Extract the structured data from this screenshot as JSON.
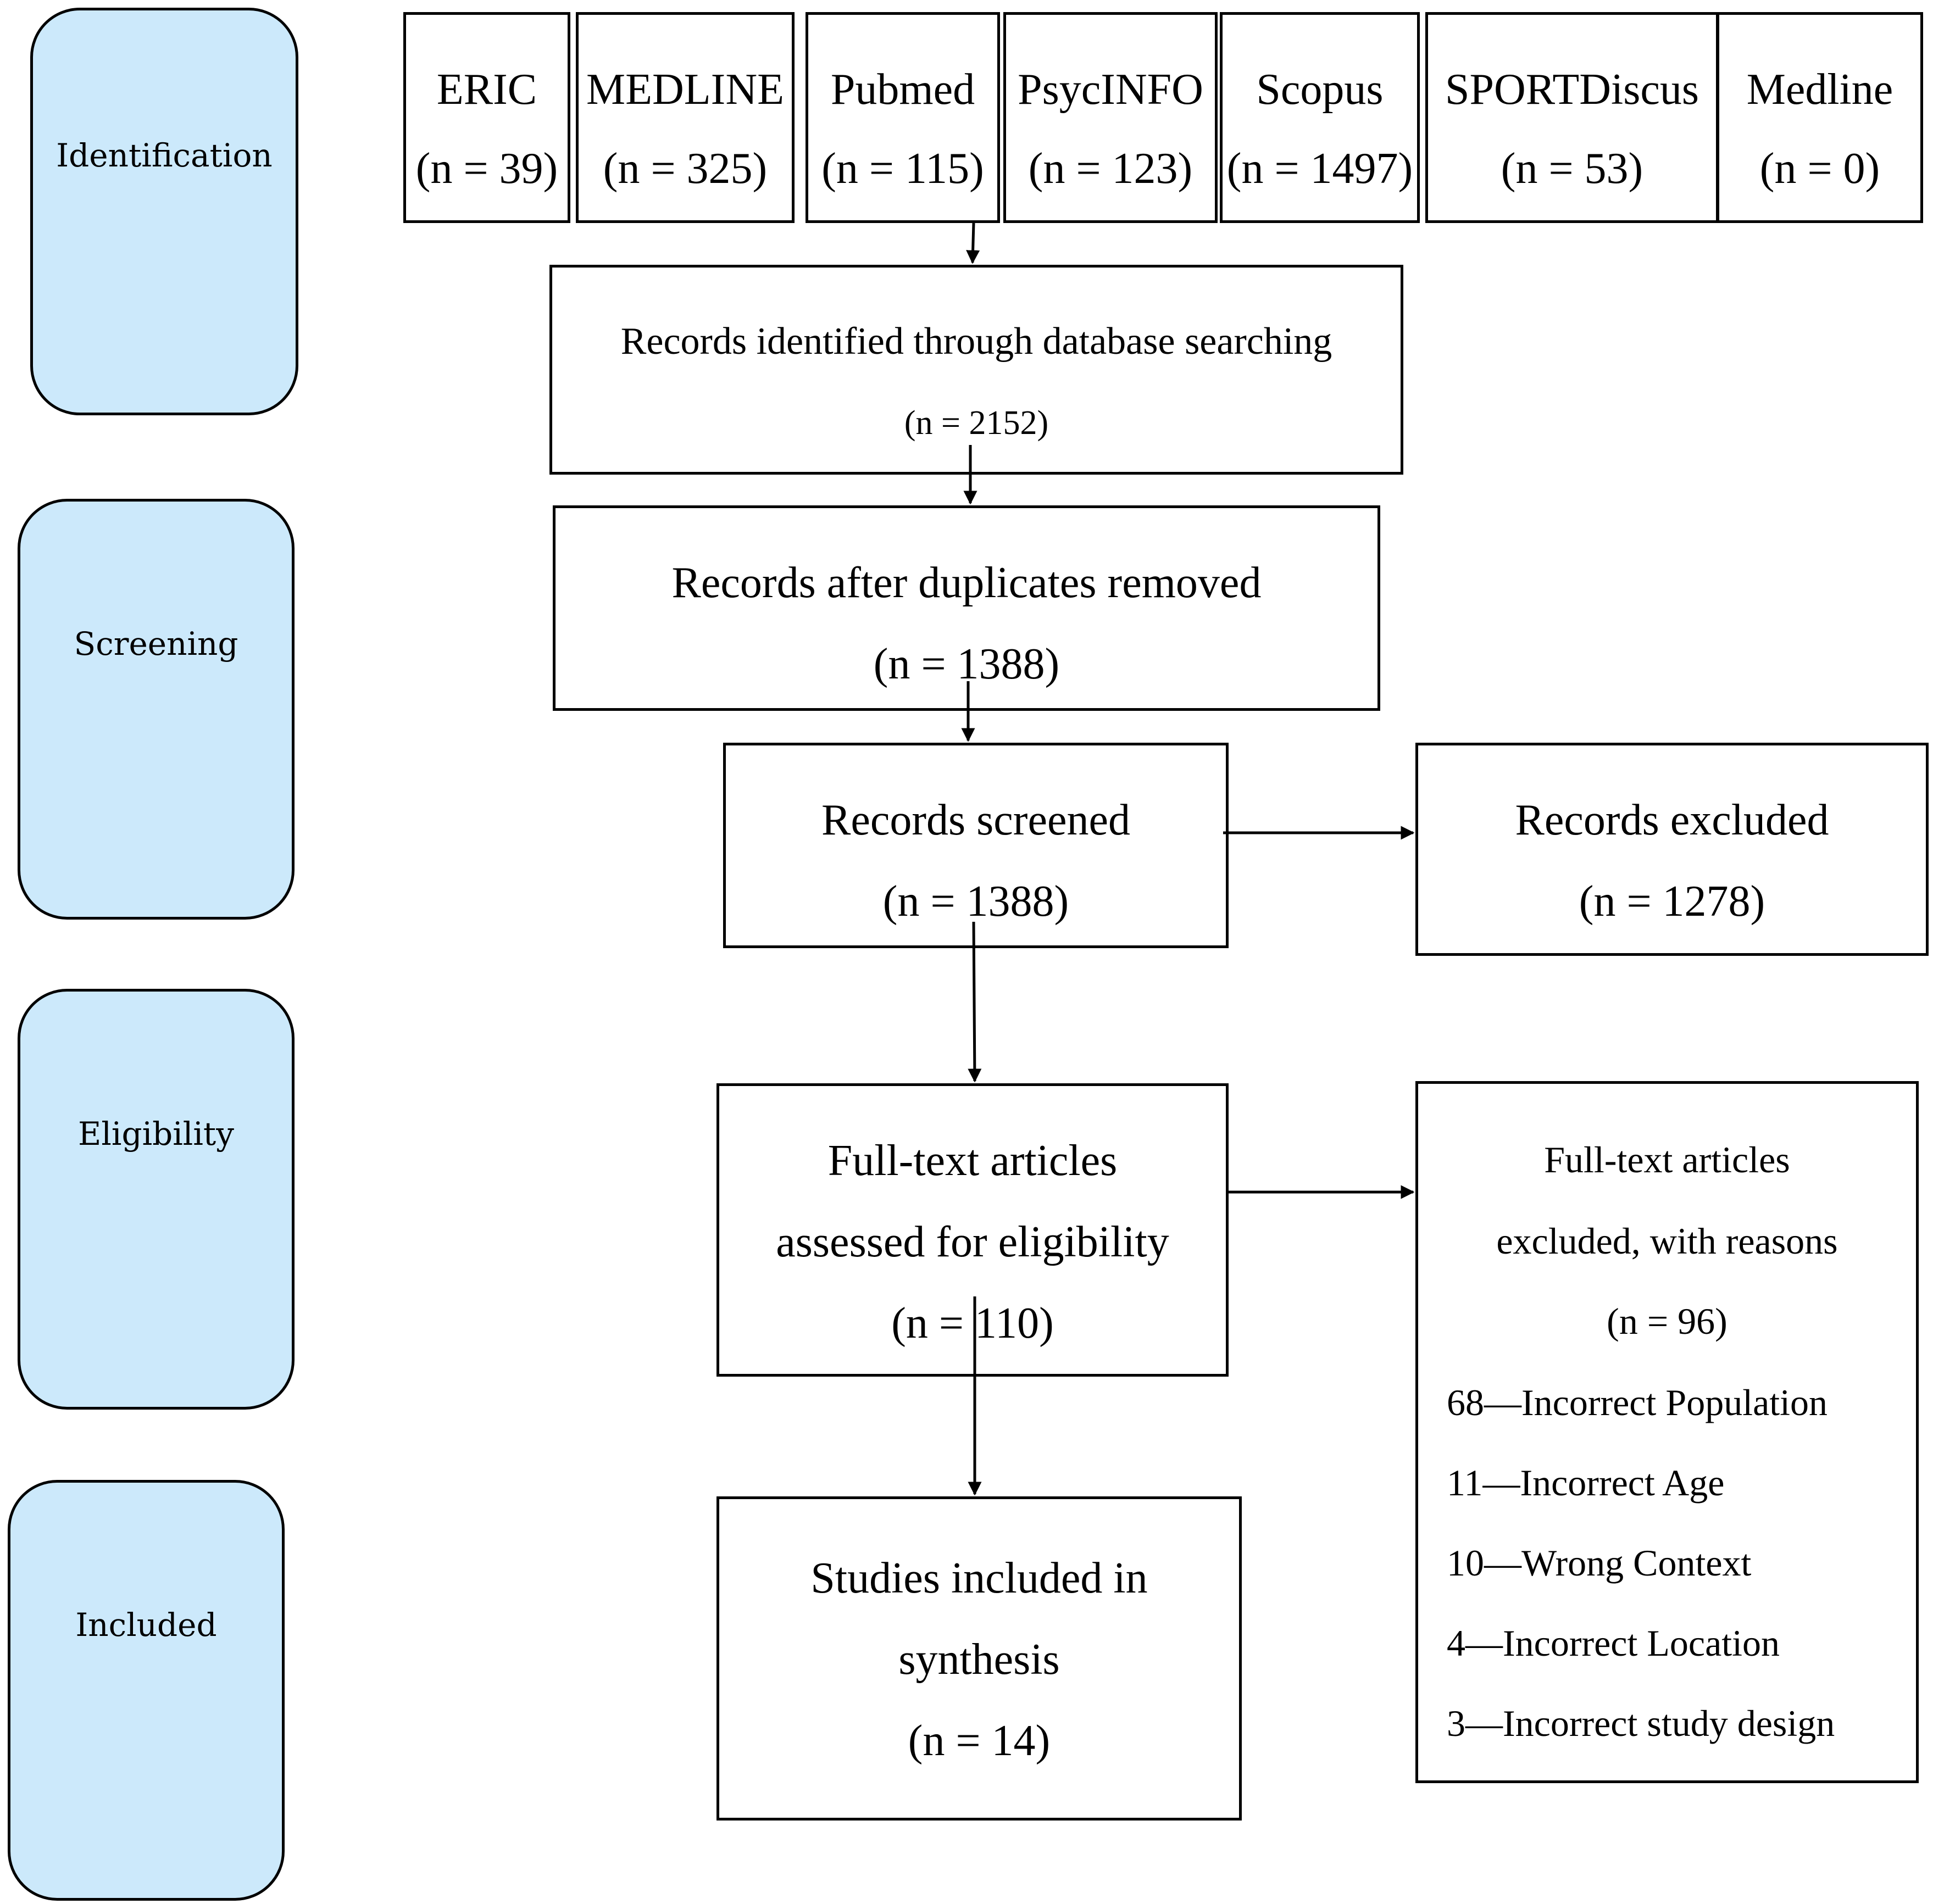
{
  "colors": {
    "stage_fill": "#cce9fb",
    "line": "#000000",
    "box_fill": "#ffffff"
  },
  "stages": {
    "identification": "Identification",
    "screening": "Screening",
    "eligibility": "Eligibility",
    "included": "Included"
  },
  "databases": [
    {
      "name": "ERIC",
      "count": "(n = 39)"
    },
    {
      "name": "MEDLINE",
      "count": "(n = 325)"
    },
    {
      "name": "Pubmed",
      "count": "(n = 115)"
    },
    {
      "name": "PsycINFO",
      "count": "(n = 123)"
    },
    {
      "name": "Scopus",
      "count": "(n = 1497)"
    },
    {
      "name": "SPORTDiscus",
      "count": "(n = 53)"
    },
    {
      "name": "Medline",
      "count": "(n = 0)"
    }
  ],
  "identified": {
    "label": "Records identified through database searching",
    "count": "(n = 2152)"
  },
  "deduplicated": {
    "label": "Records after duplicates removed",
    "count": "(n = 1388)"
  },
  "screened": {
    "label": "Records screened",
    "count": "(n = 1388)"
  },
  "excluded": {
    "label": "Records excluded",
    "count": "(n = 1278)"
  },
  "fulltext": {
    "line1": "Full-text articles",
    "line2": "assessed for eligibility",
    "count": "(n = 110)"
  },
  "fulltext_excluded": {
    "line1": "Full-text articles",
    "line2": "excluded, with reasons",
    "count": "(n = 96)",
    "reasons": [
      "68—Incorrect Population",
      "11—Incorrect Age",
      "10—Wrong Context",
      "4—Incorrect Location",
      "3—Incorrect study design"
    ]
  },
  "included": {
    "line1": "Studies included in",
    "line2": "synthesis",
    "count": "(n = 14)"
  }
}
